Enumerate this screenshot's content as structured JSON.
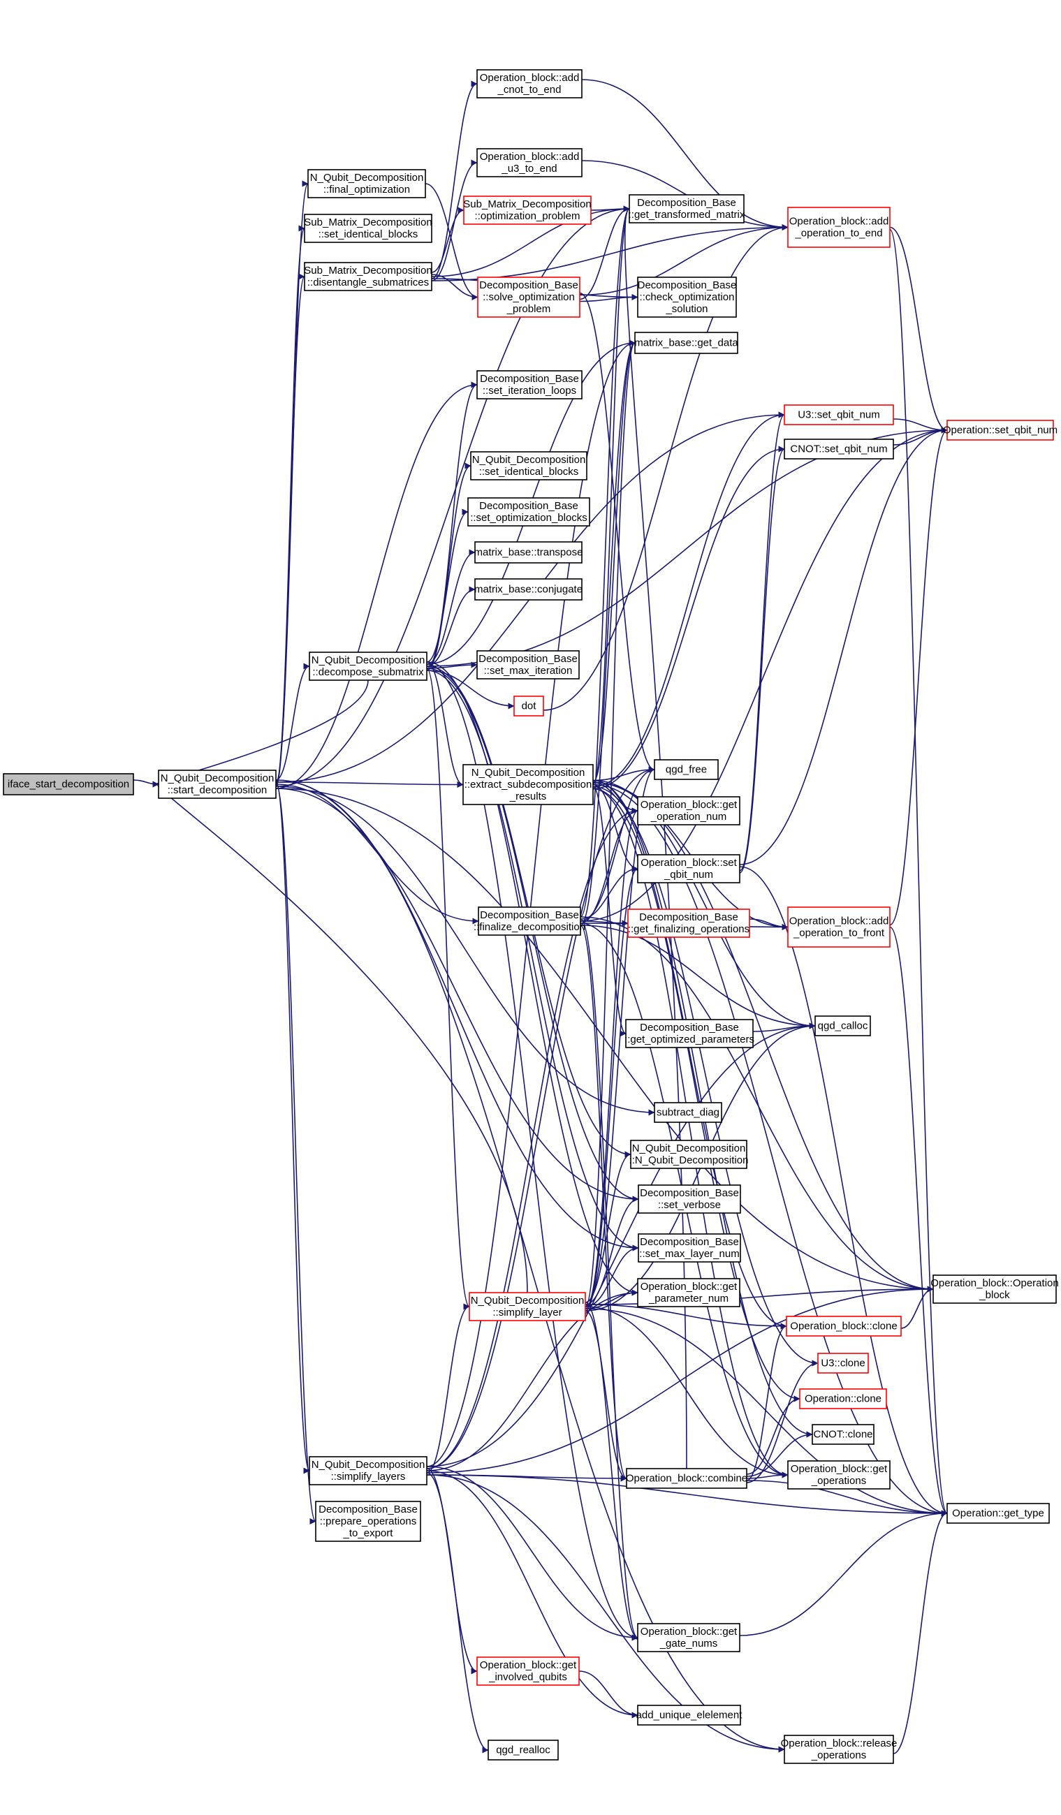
{
  "colors": {
    "edge": "#191970",
    "box_border": "#000000",
    "box_border_truncated": "#ff0000",
    "root_fill": "#bfbfbf",
    "box_fill": "#ffffff"
  },
  "nodes": [
    {
      "id": "root",
      "lines": [
        "iface_start_decomposition"
      ],
      "style": "root"
    },
    {
      "id": "n_start",
      "lines": [
        "N_Qubit_Decomposition",
        "::start_decomposition"
      ],
      "style": "normal"
    },
    {
      "id": "n_final_opt",
      "lines": [
        "N_Qubit_Decomposition",
        "::final_optimization"
      ],
      "style": "normal"
    },
    {
      "id": "s_set_ident",
      "lines": [
        "Sub_Matrix_Decomposition",
        "::set_identical_blocks"
      ],
      "style": "normal"
    },
    {
      "id": "s_disent",
      "lines": [
        "Sub_Matrix_Decomposition",
        "::disentangle_submatrices"
      ],
      "style": "normal"
    },
    {
      "id": "add_cnot",
      "lines": [
        "Operation_block::add",
        "_cnot_to_end"
      ],
      "style": "normal"
    },
    {
      "id": "add_u3",
      "lines": [
        "Operation_block::add",
        "_u3_to_end"
      ],
      "style": "normal"
    },
    {
      "id": "s_opt_prob",
      "lines": [
        "Sub_Matrix_Decomposition",
        "::optimization_problem"
      ],
      "style": "truncated"
    },
    {
      "id": "d_solve",
      "lines": [
        "Decomposition_Base",
        "::solve_optimization",
        "_problem"
      ],
      "style": "truncated"
    },
    {
      "id": "d_get_tm",
      "lines": [
        "Decomposition_Base",
        "::get_transformed_matrix"
      ],
      "style": "normal"
    },
    {
      "id": "d_check",
      "lines": [
        "Decomposition_Base",
        "::check_optimization",
        "_solution"
      ],
      "style": "normal"
    },
    {
      "id": "mb_get_data",
      "lines": [
        "matrix_base::get_data"
      ],
      "style": "normal"
    },
    {
      "id": "d_set_iter",
      "lines": [
        "Decomposition_Base",
        "::set_iteration_loops"
      ],
      "style": "normal"
    },
    {
      "id": "n_set_ident",
      "lines": [
        "N_Qubit_Decomposition",
        "::set_identical_blocks"
      ],
      "style": "normal"
    },
    {
      "id": "d_set_opt_blocks",
      "lines": [
        "Decomposition_Base",
        "::set_optimization_blocks"
      ],
      "style": "normal"
    },
    {
      "id": "mb_transpose",
      "lines": [
        "matrix_base::transpose"
      ],
      "style": "normal"
    },
    {
      "id": "mb_conj",
      "lines": [
        "matrix_base::conjugate"
      ],
      "style": "normal"
    },
    {
      "id": "n_decomp_sub",
      "lines": [
        "N_Qubit_Decomposition",
        "::decompose_submatrix"
      ],
      "style": "normal"
    },
    {
      "id": "d_set_max_iter",
      "lines": [
        "Decomposition_Base",
        "::set_max_iteration"
      ],
      "style": "normal"
    },
    {
      "id": "dot",
      "lines": [
        "dot"
      ],
      "style": "truncated"
    },
    {
      "id": "n_extract",
      "lines": [
        "N_Qubit_Decomposition",
        "::extract_subdecomposition",
        "_results"
      ],
      "style": "normal"
    },
    {
      "id": "qgd_free",
      "lines": [
        "qgd_free"
      ],
      "style": "normal"
    },
    {
      "id": "ob_get_opnum",
      "lines": [
        "Operation_block::get",
        "_operation_num"
      ],
      "style": "normal"
    },
    {
      "id": "ob_set_qbit",
      "lines": [
        "Operation_block::set",
        "_qbit_num"
      ],
      "style": "normal"
    },
    {
      "id": "d_finalize",
      "lines": [
        "Decomposition_Base",
        "::finalize_decomposition"
      ],
      "style": "normal"
    },
    {
      "id": "d_get_final_ops",
      "lines": [
        "Decomposition_Base",
        "::get_finalizing_operations"
      ],
      "style": "truncated"
    },
    {
      "id": "d_get_opt_params",
      "lines": [
        "Decomposition_Base",
        "::get_optimized_parameters"
      ],
      "style": "normal"
    },
    {
      "id": "subtract_diag",
      "lines": [
        "subtract_diag"
      ],
      "style": "normal"
    },
    {
      "id": "n_ctor",
      "lines": [
        "N_Qubit_Decomposition",
        "::N_Qubit_Decomposition"
      ],
      "style": "normal"
    },
    {
      "id": "d_set_verbose",
      "lines": [
        "Decomposition_Base",
        "::set_verbose"
      ],
      "style": "normal"
    },
    {
      "id": "d_set_max_layer",
      "lines": [
        "Decomposition_Base",
        "::set_max_layer_num"
      ],
      "style": "normal"
    },
    {
      "id": "n_simplify_layer",
      "lines": [
        "N_Qubit_Decomposition",
        "::simplify_layer"
      ],
      "style": "truncated"
    },
    {
      "id": "ob_get_param_num",
      "lines": [
        "Operation_block::get",
        "_parameter_num"
      ],
      "style": "normal"
    },
    {
      "id": "n_simplify_layers",
      "lines": [
        "N_Qubit_Decomposition",
        "::simplify_layers"
      ],
      "style": "normal"
    },
    {
      "id": "d_prepare_ops",
      "lines": [
        "Decomposition_Base",
        "::prepare_operations",
        "_to_export"
      ],
      "style": "normal"
    },
    {
      "id": "ob_combine",
      "lines": [
        "Operation_block::combine"
      ],
      "style": "normal"
    },
    {
      "id": "ob_get_gate_nums",
      "lines": [
        "Operation_block::get",
        "_gate_nums"
      ],
      "style": "normal"
    },
    {
      "id": "ob_get_inv_qubits",
      "lines": [
        "Operation_block::get",
        "_involved_qubits"
      ],
      "style": "truncated"
    },
    {
      "id": "add_unique",
      "lines": [
        "add_unique_elelement"
      ],
      "style": "normal"
    },
    {
      "id": "qgd_realloc",
      "lines": [
        "qgd_realloc"
      ],
      "style": "normal"
    },
    {
      "id": "ob_add_op_end",
      "lines": [
        "Operation_block::add",
        "_operation_to_end"
      ],
      "style": "truncated"
    },
    {
      "id": "u3_set_qbit",
      "lines": [
        "U3::set_qbit_num"
      ],
      "style": "truncated"
    },
    {
      "id": "cnot_set_qbit",
      "lines": [
        "CNOT::set_qbit_num"
      ],
      "style": "normal"
    },
    {
      "id": "ob_add_op_front",
      "lines": [
        "Operation_block::add",
        "_operation_to_front"
      ],
      "style": "truncated"
    },
    {
      "id": "qgd_calloc",
      "lines": [
        "qgd_calloc"
      ],
      "style": "normal"
    },
    {
      "id": "ob_clone",
      "lines": [
        "Operation_block::clone"
      ],
      "style": "truncated"
    },
    {
      "id": "u3_clone",
      "lines": [
        "U3::clone"
      ],
      "style": "truncated"
    },
    {
      "id": "op_clone",
      "lines": [
        "Operation::clone"
      ],
      "style": "truncated"
    },
    {
      "id": "cnot_clone",
      "lines": [
        "CNOT::clone"
      ],
      "style": "normal"
    },
    {
      "id": "ob_get_ops",
      "lines": [
        "Operation_block::get",
        "_operations"
      ],
      "style": "normal"
    },
    {
      "id": "ob_release_ops",
      "lines": [
        "Operation_block::release",
        "_operations"
      ],
      "style": "normal"
    },
    {
      "id": "op_set_qbit",
      "lines": [
        "Operation::set_qbit_num"
      ],
      "style": "truncated"
    },
    {
      "id": "ob_ctor",
      "lines": [
        "Operation_block::Operation",
        "_block"
      ],
      "style": "normal"
    },
    {
      "id": "op_get_type",
      "lines": [
        "Operation::get_type"
      ],
      "style": "normal"
    }
  ],
  "edges": [
    [
      "root",
      "n_start"
    ],
    [
      "n_start",
      "n_final_opt"
    ],
    [
      "n_start",
      "s_set_ident"
    ],
    [
      "n_start",
      "s_disent"
    ],
    [
      "n_start",
      "d_set_iter"
    ],
    [
      "n_start",
      "n_decomp_sub"
    ],
    [
      "n_start",
      "n_extract"
    ],
    [
      "n_start",
      "d_finalize"
    ],
    [
      "n_start",
      "subtract_diag"
    ],
    [
      "n_start",
      "d_set_verbose"
    ],
    [
      "n_start",
      "d_set_max_layer"
    ],
    [
      "n_start",
      "n_simplify_layers"
    ],
    [
      "n_start",
      "d_prepare_ops"
    ],
    [
      "n_start",
      "d_get_tm"
    ],
    [
      "n_start",
      "ob_ctor"
    ],
    [
      "n_start",
      "ob_release_ops"
    ],
    [
      "n_start",
      "u3_set_qbit"
    ],
    [
      "n_final_opt",
      "d_solve"
    ],
    [
      "s_disent",
      "add_cnot"
    ],
    [
      "s_disent",
      "add_u3"
    ],
    [
      "s_disent",
      "s_opt_prob"
    ],
    [
      "s_disent",
      "d_solve"
    ],
    [
      "s_disent",
      "d_get_tm"
    ],
    [
      "s_disent",
      "d_check"
    ],
    [
      "s_disent",
      "ob_add_op_end"
    ],
    [
      "add_cnot",
      "ob_add_op_end"
    ],
    [
      "add_u3",
      "ob_add_op_end"
    ],
    [
      "s_opt_prob",
      "d_get_tm"
    ],
    [
      "d_solve",
      "d_get_tm"
    ],
    [
      "d_solve",
      "d_check"
    ],
    [
      "d_solve",
      "qgd_free"
    ],
    [
      "d_solve",
      "ob_add_op_end"
    ],
    [
      "n_decomp_sub",
      "n_start"
    ],
    [
      "n_decomp_sub",
      "d_set_iter"
    ],
    [
      "n_decomp_sub",
      "n_set_ident"
    ],
    [
      "n_decomp_sub",
      "d_set_opt_blocks"
    ],
    [
      "n_decomp_sub",
      "mb_transpose"
    ],
    [
      "n_decomp_sub",
      "mb_conj"
    ],
    [
      "n_decomp_sub",
      "d_set_max_iter"
    ],
    [
      "n_decomp_sub",
      "dot"
    ],
    [
      "n_decomp_sub",
      "n_extract"
    ],
    [
      "n_decomp_sub",
      "mb_get_data"
    ],
    [
      "n_decomp_sub",
      "n_ctor"
    ],
    [
      "n_decomp_sub",
      "d_set_verbose"
    ],
    [
      "n_decomp_sub",
      "d_set_max_layer"
    ],
    [
      "n_decomp_sub",
      "ob_get_param_num"
    ],
    [
      "n_decomp_sub",
      "ob_get_gate_nums"
    ],
    [
      "n_decomp_sub",
      "op_set_qbit"
    ],
    [
      "n_decomp_sub",
      "n_simplify_layer"
    ],
    [
      "dot",
      "ob_add_op_end"
    ],
    [
      "n_extract",
      "qgd_free"
    ],
    [
      "n_extract",
      "ob_get_opnum"
    ],
    [
      "n_extract",
      "ob_set_qbit"
    ],
    [
      "n_extract",
      "d_get_opt_params"
    ],
    [
      "n_extract",
      "ob_get_ops"
    ],
    [
      "n_extract",
      "ob_clone"
    ],
    [
      "n_extract",
      "mb_get_data"
    ],
    [
      "n_extract",
      "d_get_tm"
    ],
    [
      "n_extract",
      "u3_set_qbit"
    ],
    [
      "n_extract",
      "cnot_set_qbit"
    ],
    [
      "n_extract",
      "qgd_calloc"
    ],
    [
      "n_extract",
      "ob_add_op_front"
    ],
    [
      "n_extract",
      "op_get_type"
    ],
    [
      "n_extract",
      "u3_clone"
    ],
    [
      "n_extract",
      "op_clone"
    ],
    [
      "n_extract",
      "cnot_clone"
    ],
    [
      "n_extract",
      "ob_ctor"
    ],
    [
      "ob_set_qbit",
      "ob_set_qbit"
    ],
    [
      "ob_set_qbit",
      "u3_set_qbit"
    ],
    [
      "ob_set_qbit",
      "cnot_set_qbit"
    ],
    [
      "ob_set_qbit",
      "op_set_qbit"
    ],
    [
      "ob_set_qbit",
      "op_get_type"
    ],
    [
      "d_finalize",
      "d_get_final_ops"
    ],
    [
      "d_finalize",
      "ob_add_op_front"
    ],
    [
      "d_finalize",
      "qgd_calloc"
    ],
    [
      "d_finalize",
      "ob_ctor"
    ],
    [
      "d_finalize",
      "ob_get_gate_nums"
    ],
    [
      "d_finalize",
      "qgd_free"
    ],
    [
      "d_finalize",
      "ob_get_opnum"
    ],
    [
      "d_finalize",
      "mb_get_data"
    ],
    [
      "d_finalize",
      "d_get_tm"
    ],
    [
      "d_finalize",
      "ob_set_qbit"
    ],
    [
      "d_finalize",
      "op_set_qbit"
    ],
    [
      "d_finalize",
      "ob_get_ops"
    ],
    [
      "d_finalize",
      "ob_combine"
    ],
    [
      "d_get_final_ops",
      "ob_add_op_front"
    ],
    [
      "d_get_opt_params",
      "qgd_calloc"
    ],
    [
      "n_simplify_layer",
      "qgd_free"
    ],
    [
      "n_simplify_layer",
      "ob_get_opnum"
    ],
    [
      "n_simplify_layer",
      "ob_set_qbit"
    ],
    [
      "n_simplify_layer",
      "n_ctor"
    ],
    [
      "n_simplify_layer",
      "d_set_verbose"
    ],
    [
      "n_simplify_layer",
      "d_set_max_layer"
    ],
    [
      "n_simplify_layer",
      "ob_get_param_num"
    ],
    [
      "n_simplify_layer",
      "ob_combine"
    ],
    [
      "n_simplify_layer",
      "ob_get_gate_nums"
    ],
    [
      "n_simplify_layer",
      "ob_clone"
    ],
    [
      "n_simplify_layer",
      "ob_get_ops"
    ],
    [
      "n_simplify_layer",
      "op_get_type"
    ],
    [
      "n_simplify_layer",
      "qgd_calloc"
    ],
    [
      "n_simplify_layer",
      "n_start"
    ],
    [
      "n_simplify_layer",
      "ob_ctor"
    ],
    [
      "n_simplify_layer",
      "mb_get_data"
    ],
    [
      "n_simplify_layers",
      "n_simplify_layer"
    ],
    [
      "n_simplify_layers",
      "ob_combine"
    ],
    [
      "n_simplify_layers",
      "ob_get_gate_nums"
    ],
    [
      "n_simplify_layers",
      "ob_get_inv_qubits"
    ],
    [
      "n_simplify_layers",
      "add_unique"
    ],
    [
      "n_simplify_layers",
      "qgd_realloc"
    ],
    [
      "n_simplify_layers",
      "op_get_type"
    ],
    [
      "n_simplify_layers",
      "qgd_calloc"
    ],
    [
      "n_simplify_layers",
      "ob_get_opnum"
    ],
    [
      "n_simplify_layers",
      "ob_get_param_num"
    ],
    [
      "n_simplify_layers",
      "ob_ctor"
    ],
    [
      "n_simplify_layers",
      "ob_release_ops"
    ],
    [
      "n_simplify_layers",
      "mb_get_data"
    ],
    [
      "n_simplify_layers",
      "qgd_free"
    ],
    [
      "ob_get_inv_qubits",
      "add_unique"
    ],
    [
      "ob_combine",
      "ob_clone"
    ],
    [
      "ob_combine",
      "u3_clone"
    ],
    [
      "ob_combine",
      "op_clone"
    ],
    [
      "ob_combine",
      "cnot_clone"
    ],
    [
      "ob_combine",
      "ob_get_ops"
    ],
    [
      "ob_combine",
      "op_get_type"
    ],
    [
      "ob_combine",
      "d_get_tm"
    ],
    [
      "ob_get_gate_nums",
      "ob_get_gate_nums"
    ],
    [
      "ob_get_gate_nums",
      "op_get_type"
    ],
    [
      "ob_add_op_end",
      "op_set_qbit"
    ],
    [
      "ob_add_op_end",
      "op_get_type"
    ],
    [
      "u3_set_qbit",
      "op_set_qbit"
    ],
    [
      "cnot_set_qbit",
      "op_set_qbit"
    ],
    [
      "ob_add_op_front",
      "op_set_qbit"
    ],
    [
      "ob_add_op_front",
      "op_get_type"
    ],
    [
      "ob_clone",
      "ob_ctor"
    ],
    [
      "ob_release_ops",
      "op_get_type"
    ]
  ]
}
